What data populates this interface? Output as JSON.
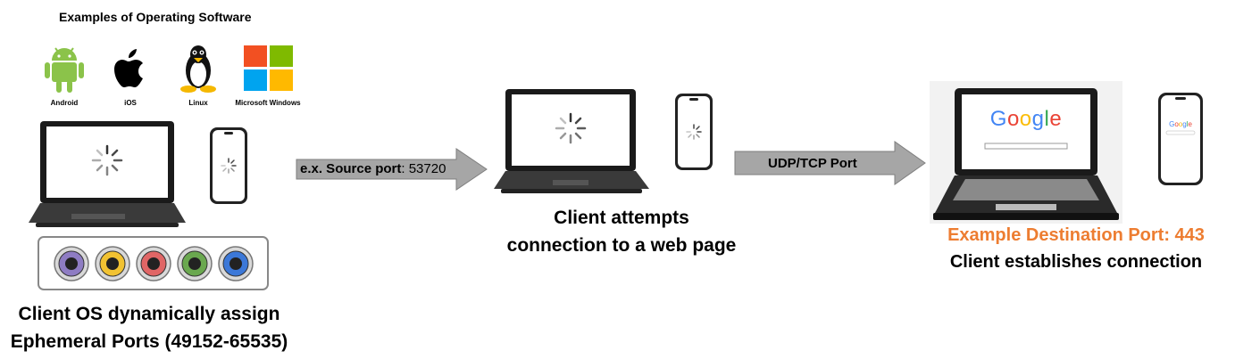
{
  "os_examples": {
    "title": "Examples of Operating Software",
    "items": [
      {
        "label": "Android",
        "icon": "android-icon"
      },
      {
        "label": "iOS",
        "icon": "apple-icon"
      },
      {
        "label": "Linux",
        "icon": "linux-tux-icon"
      },
      {
        "label": "Microsoft Windows",
        "icon": "windows-icon"
      }
    ]
  },
  "stage1": {
    "caption_line1": "Client OS dynamically assign",
    "caption_line2": "Ephemeral Ports (49152-65535)",
    "port_colors": [
      "#8E7CC3",
      "#F1C232",
      "#E06666",
      "#6AA84F",
      "#3C78D8"
    ]
  },
  "arrow1": {
    "label_prefix": "e.x. Source port",
    "label_value": ": 53720"
  },
  "stage2": {
    "caption_line1": "Client attempts",
    "caption_line2": "connection to a web page"
  },
  "arrow2": {
    "label": "UDP/TCP Port"
  },
  "stage3": {
    "browser_logo": "Google",
    "phone_logo": "Google",
    "caption_line1": "Example Destination Port: 443",
    "caption_line2": "Client establishes connection"
  },
  "colors": {
    "accent_orange": "#ED7D31",
    "arrow_fill": "#A6A6A6"
  }
}
